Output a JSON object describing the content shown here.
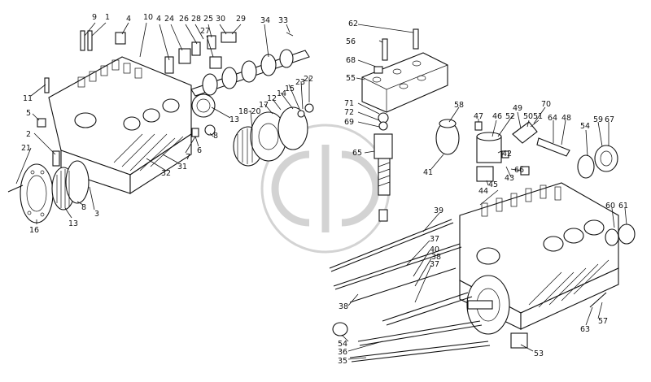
{
  "diagram": {
    "labels": [
      "9",
      "1",
      "4",
      "10",
      "4",
      "24",
      "26",
      "28",
      "25",
      "30",
      "29",
      "34",
      "33",
      "27",
      "11",
      "5",
      "2",
      "21",
      "16",
      "13",
      "8",
      "3",
      "7",
      "6",
      "8",
      "31",
      "32",
      "13",
      "18-20",
      "17",
      "12",
      "14",
      "15",
      "23",
      "22",
      "62",
      "56",
      "68",
      "55",
      "71",
      "72",
      "69",
      "65",
      "41",
      "58",
      "47",
      "46",
      "52",
      "49",
      "50",
      "51",
      "70",
      "64",
      "48",
      "54",
      "59",
      "67",
      "42",
      "43",
      "66",
      "45",
      "44",
      "39",
      "60",
      "61",
      "37",
      "40",
      "38",
      "37",
      "38",
      "54",
      "36",
      "35",
      "53",
      "63",
      "57"
    ]
  }
}
